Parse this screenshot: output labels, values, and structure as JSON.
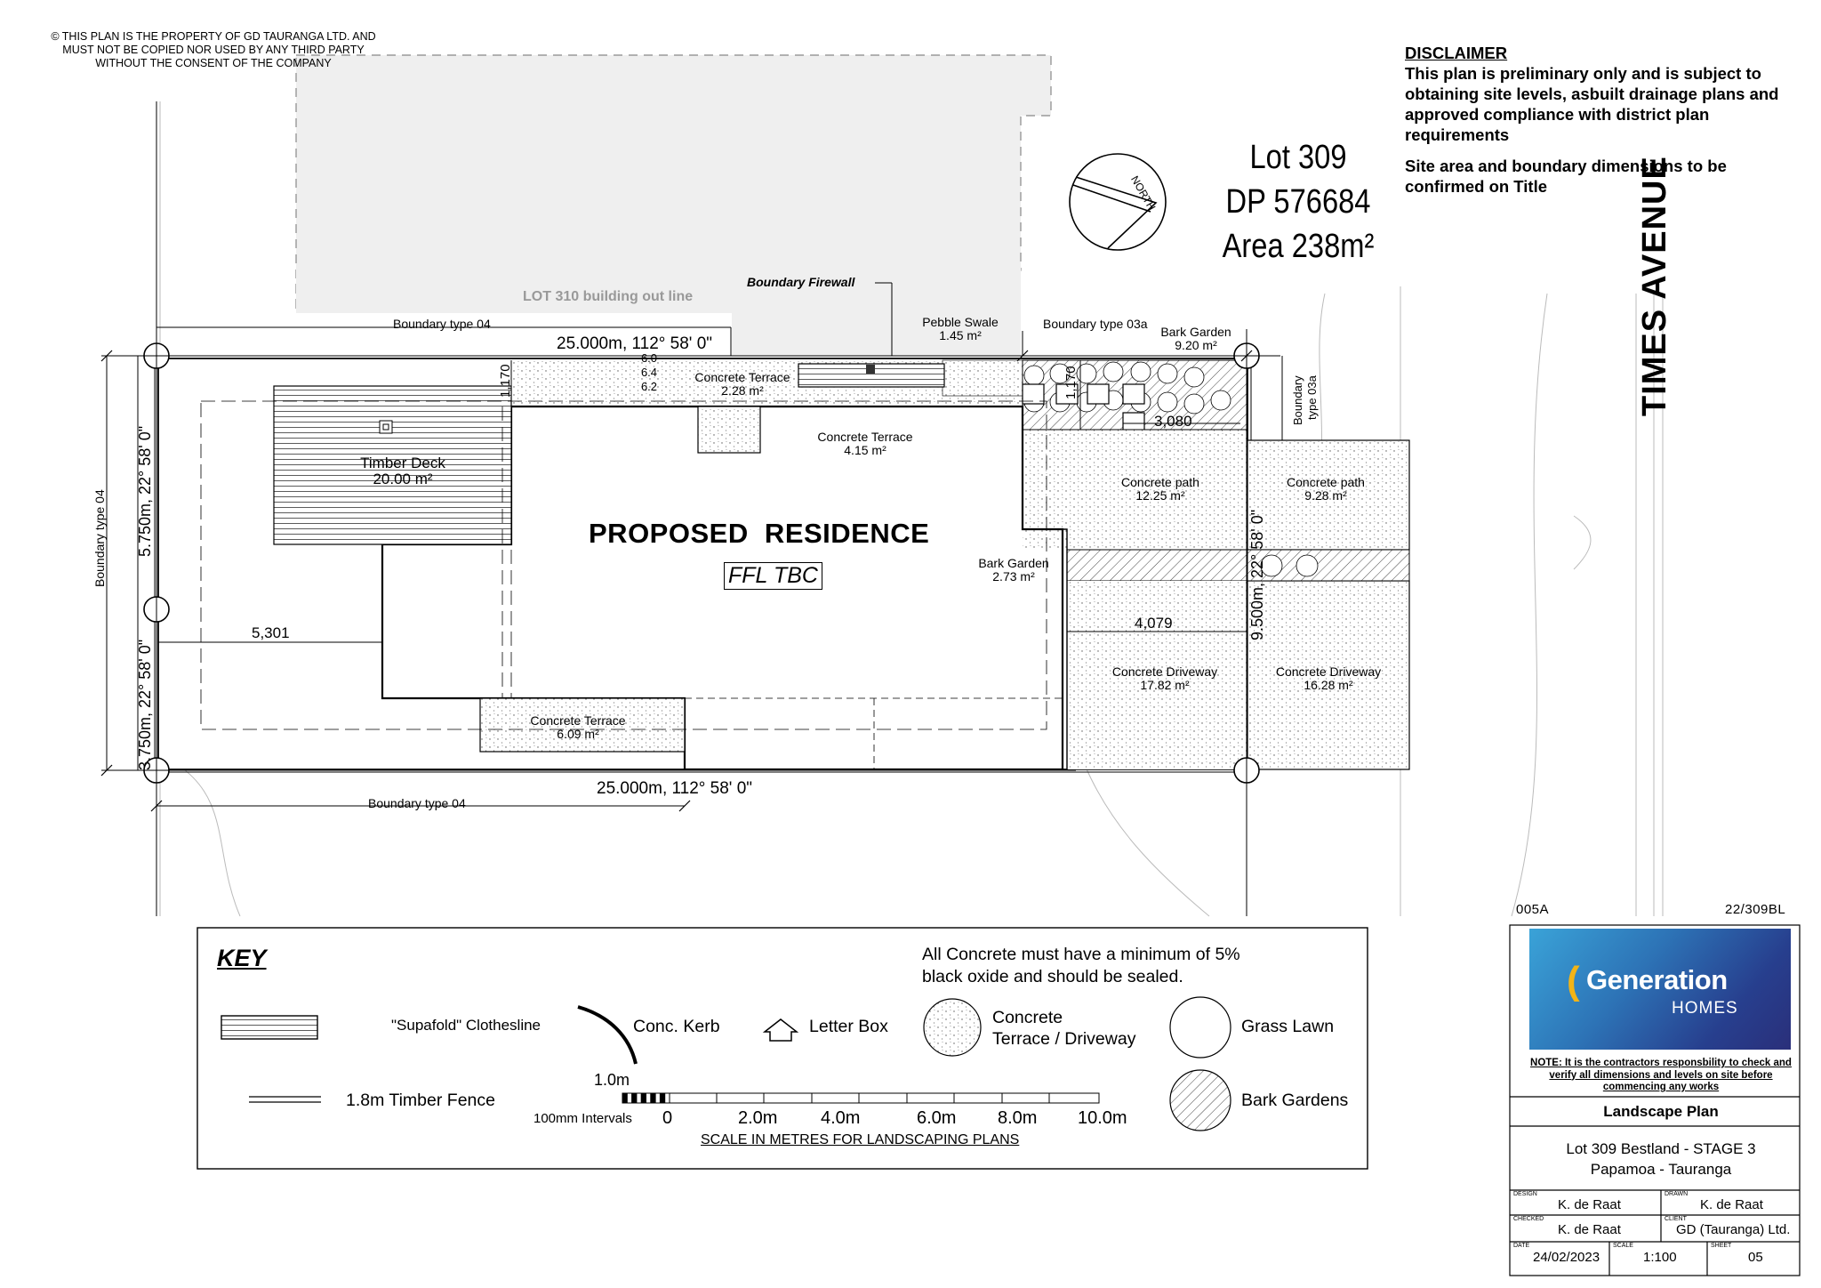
{
  "copyright": "© THIS PLAN IS THE PROPERTY OF GD TAURANGA LTD. AND MUST NOT BE COPIED NOR USED BY ANY THIRD PARTY WITHOUT THE CONSENT OF THE COMPANY",
  "disclaimer": {
    "heading": "DISCLAIMER",
    "text1": "This plan is preliminary only and is subject to obtaining site levels, asbuilt drainage plans and approved compliance with district plan requirements",
    "text2": "Site area and boundary dimensions to be confirmed on Title"
  },
  "lot": {
    "lot": "Lot 309",
    "dp": "DP 576684",
    "area": "Area 238m²"
  },
  "north_label": "NORTH",
  "street": "TIMES AVENUE",
  "plan": {
    "lot310": "LOT 310 building out line",
    "firewall": "Boundary Firewall",
    "boundary_top_left": "Boundary type 04",
    "boundary_top_right": "Boundary type 03a",
    "boundary_bottom": "Boundary type 04",
    "boundary_left": "Boundary type 04",
    "boundary_right_a": "Boundary",
    "boundary_right_b": "type 03a",
    "dim_top": "25.000m, 112° 58' 0\"",
    "dim_bottom": "25.000m, 112° 58' 0\"",
    "dim_left_upper": "5.750m, 22° 58' 0\"",
    "dim_left_lower": "3.750m, 22° 58' 0\"",
    "dim_right": "9.500m, 22° 58' 0\"",
    "dim_1170_a": "1,170",
    "dim_1170_b": "1,170",
    "dim_3080": "3,080",
    "dim_5301": "5,301",
    "dim_4079": "4,079",
    "levels": [
      "6.0",
      "6.4",
      "6.2"
    ],
    "residence": "PROPOSED  RESIDENCE",
    "ffl": "FFL TBC",
    "areas": {
      "pebble_swale": [
        "Pebble Swale",
        "1.45 m²"
      ],
      "bark_garden_top": [
        "Bark Garden",
        "9.20 m²"
      ],
      "concrete_terrace_top": [
        "Concrete Terrace",
        "2.28 m²"
      ],
      "concrete_terrace_mid": [
        "Concrete Terrace",
        "4.15 m²"
      ],
      "timber_deck": [
        "Timber Deck",
        "20.00 m²"
      ],
      "concrete_path_1": [
        "Concrete path",
        "12.25 m²"
      ],
      "concrete_path_2": [
        "Concrete path",
        "9.28 m²"
      ],
      "bark_garden_mid": [
        "Bark Garden",
        "2.73 m²"
      ],
      "concrete_driveway_1": [
        "Concrete Driveway",
        "17.82 m²"
      ],
      "concrete_driveway_2": [
        "Concrete Driveway",
        "16.28 m²"
      ],
      "concrete_terrace_bottom": [
        "Concrete Terrace",
        "6.09 m²"
      ]
    }
  },
  "key": {
    "title": "KEY",
    "concrete_note": "All Concrete must have a minimum of 5% black oxide and should be sealed.",
    "clothesline": "\"Supafold\" Clothesline",
    "kerb": "Conc. Kerb",
    "letterbox": "Letter Box",
    "concrete_a": "Concrete",
    "concrete_b": "Terrace / Driveway",
    "lawn": "Grass Lawn",
    "fence": "1.8m Timber Fence",
    "bark": "Bark Gardens",
    "scale_top": "1.0m",
    "scale_intervals": "100mm Intervals",
    "scale_ticks": [
      "0",
      "2.0m",
      "4.0m",
      "6.0m",
      "8.0m",
      "10.0m"
    ],
    "scale_caption": "SCALE IN METRES FOR LANDSCAPING PLANS"
  },
  "title_block": {
    "code_left": "005A",
    "code_right": "22/309BL",
    "logo_main": "Generation",
    "logo_sub": "HOMES",
    "note": "NOTE: It is the contractors responsbility to check and verify all dimensions and levels on site before commencing any works",
    "plan_title": "Landscape Plan",
    "project_1": "Lot 309 Bestland - STAGE 3",
    "project_2": "Papamoa - Tauranga",
    "design_lbl": "DESIGN",
    "design": "K. de Raat",
    "drawn_lbl": "DRAWN",
    "drawn": "K. de Raat",
    "checked_lbl": "CHECKED",
    "checked": "K. de Raat",
    "client_lbl": "CLIENT",
    "client": "GD (Tauranga) Ltd.",
    "date_lbl": "DATE",
    "date": "24/02/2023",
    "scale_lbl": "SCALE",
    "scale": "1:100",
    "sheet_lbl": "SHEET",
    "sheet": "05"
  },
  "colors": {
    "line": "#000000",
    "fill_grey": "#efefef",
    "logo_gold": "#f2b417",
    "logo_navy": "#273f8e"
  }
}
